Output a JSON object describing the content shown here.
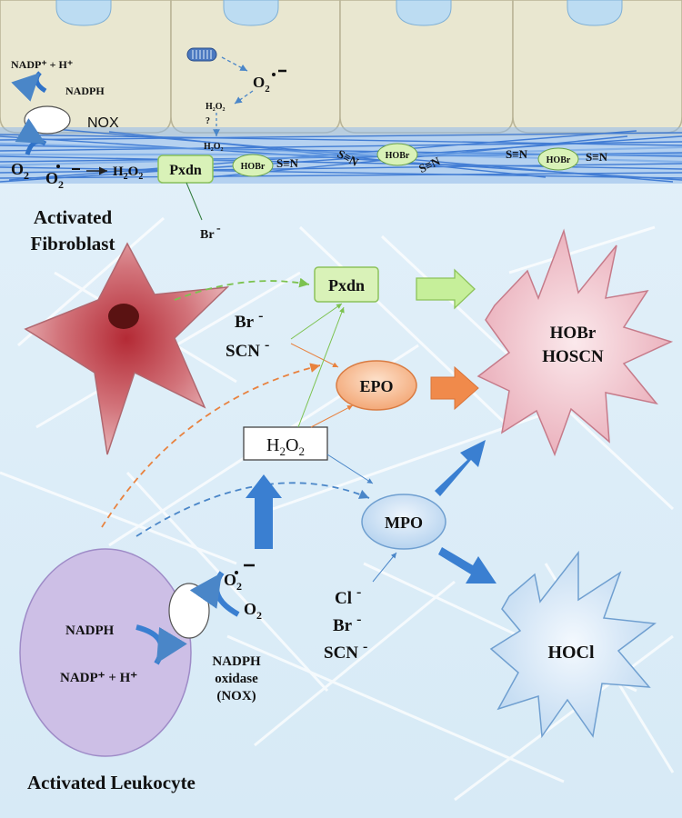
{
  "top": {
    "nadp_h": "NADP⁺ + H⁺",
    "nadph": "NADPH",
    "nox": "NOX",
    "o2": "O",
    "o2_sub": "2",
    "superoxide": "O",
    "superoxide_sub": "2",
    "h2o2": "H",
    "h2o2_sub1": "2",
    "h2o2_o": "O",
    "h2o2_sub2": "2",
    "pxdn": "Pxdn",
    "br": "Br",
    "o2_cell": "O",
    "o2_cell_sub": "2",
    "h2o2_small": "H₂O₂",
    "question": "?",
    "h2o2_small2": "H₂O₂",
    "hobr": "HOBr",
    "sn": "S≡N"
  },
  "labels": {
    "activated_fibroblast_1": "Activated",
    "activated_fibroblast_2": "Fibroblast",
    "activated_leukocyte": "Activated Leukocyte"
  },
  "middle": {
    "pxdn": "Pxdn",
    "br": "Br",
    "scn": "SCN",
    "epo": "EPO",
    "h2o2": "H",
    "h2o2_sub1": "2",
    "h2o2_o": "O",
    "h2o2_sub2": "2",
    "mpo": "MPO",
    "hobr": "HOBr",
    "hoscn": "HOSCN",
    "hocl": "HOCl",
    "cl": "Cl",
    "br2": "Br",
    "scn2": "SCN"
  },
  "leukocyte": {
    "nadph": "NADPH",
    "nadp_h": "NADP⁺ + H⁺",
    "o2": "O",
    "o2_sub": "2",
    "superoxide": "O",
    "superoxide_sub": "2",
    "nox_1": "NADPH",
    "nox_2": "oxidase",
    "nox_3": "(NOX)"
  },
  "colors": {
    "cell_fill": "#e8e6cf",
    "matrix_blue": "#4f87d8",
    "background_blue": "#dcecf7",
    "pxdn_fill": "#d9f2b8",
    "epo_fill": "#f8c39b",
    "mpo_fill": "#cfe2f6",
    "hobr_burst": "#f1c6cf",
    "hocl_burst": "#d6e8f7",
    "leukocyte": "#cdbfe6",
    "arrow_blue": "#3a7fd1",
    "arrow_orange": "#f08a4b",
    "arrow_green": "#c6ef9a"
  }
}
